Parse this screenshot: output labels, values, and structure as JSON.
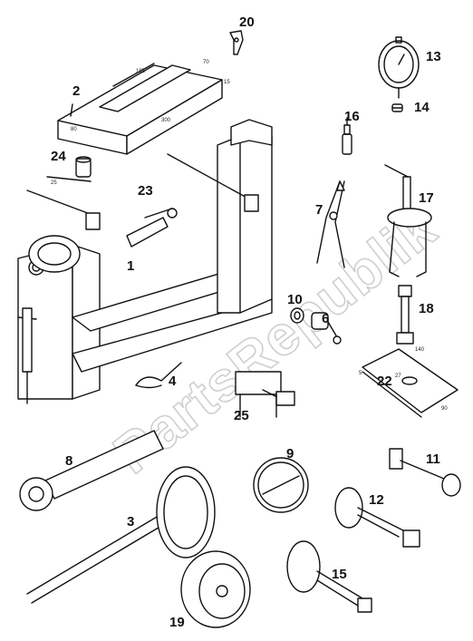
{
  "watermark": "PartsRepublik",
  "part_numbers": {
    "p1": "1",
    "p2": "2",
    "p3": "3",
    "p4": "4",
    "p6": "6",
    "p7": "7",
    "p8": "8",
    "p9": "9",
    "p10": "10",
    "p11": "11",
    "p12": "12",
    "p13": "13",
    "p14": "14",
    "p15": "15",
    "p16": "16",
    "p17": "17",
    "p18": "18",
    "p19": "19",
    "p20": "20",
    "p22": "22",
    "p23": "23",
    "p24": "24",
    "p25": "25"
  },
  "dimensions": {
    "block_length_top": "195",
    "block_width_top": "70",
    "block_height": "15",
    "block_length_bottom": "300",
    "block_depth": "80",
    "sleeve_length": "25",
    "plate_length": "140",
    "plate_hole": "27",
    "plate_thickness": "5",
    "plate_width": "90"
  }
}
